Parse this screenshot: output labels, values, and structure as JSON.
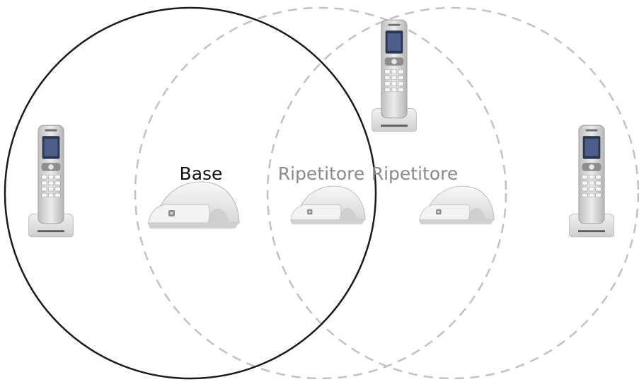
{
  "diagram": {
    "labels": {
      "base": "Base",
      "repeater_1": "Ripetitore",
      "repeater_2": "Ripetitore"
    },
    "colors": {
      "base_range": "#1a1a1a",
      "repeater_range": "#c2c2c2",
      "base_label": "#111111",
      "repeater_label": "#8a8a8a",
      "device_body": "#ebebeb",
      "device_shadow": "#c8c8c8",
      "handset_body": "#d6d6d6",
      "handset_screen": "#2a3550"
    },
    "icons": {
      "handset": "cordless-handset-on-charger-icon",
      "base_station": "dect-base-station-icon",
      "repeater": "dect-repeater-icon"
    }
  }
}
